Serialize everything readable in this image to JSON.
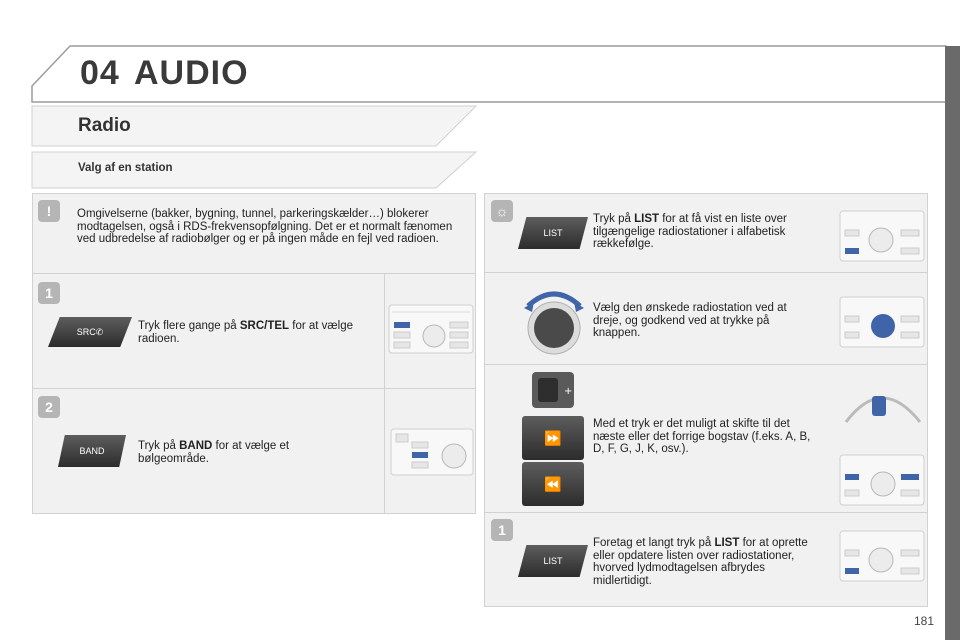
{
  "header": {
    "chapter_number": "04",
    "chapter_title": "AUDIO"
  },
  "section": {
    "title": "Radio",
    "subtitle": "Valg af en station"
  },
  "left": {
    "note_text": "Omgivelserne (bakker, bygning, tunnel, parkeringskælder…) blokerer modtagelsen, også i RDS-frekvensopfølgning. Det er et normalt fænomen ved udbredelse af radiobølger og er på ingen måde en fejl ved radioen.",
    "step1": {
      "number": "1",
      "button_label": "SRC",
      "text_before": "Tryk flere gange på ",
      "bold1": "SRC",
      "sep": "/",
      "bold2": "TEL",
      "text_after": " for at vælge radioen."
    },
    "step2": {
      "number": "2",
      "button_label": "BAND",
      "text_before": "Tryk på ",
      "bold": "BAND",
      "text_after": " for at vælge et bølgeområde."
    }
  },
  "right": {
    "tip": {
      "button_label": "LIST",
      "text_before": "Tryk på ",
      "bold": "LIST",
      "text_after": " for at få vist en liste over tilgængelige radiostationer i alfabetisk rækkefølge."
    },
    "knob": {
      "text": "Vælg den ønskede radiostation ved at dreje, og godkend ved at trykke på knappen."
    },
    "skip": {
      "text": "Med et tryk er det muligt at skifte til det næste eller det forrige bogstav (f.eks. A, B, D, F, G, J, K, osv.)."
    },
    "long_press": {
      "number": "1",
      "button_label": "LIST",
      "text_before": "Foretag et langt tryk på ",
      "bold": "LIST",
      "text_after": " for at oprette eller opdatere listen over radiostationer, hvorved lydmodtagelsen afbrydes midlertidigt."
    }
  },
  "footer": {
    "page_number": "181"
  }
}
